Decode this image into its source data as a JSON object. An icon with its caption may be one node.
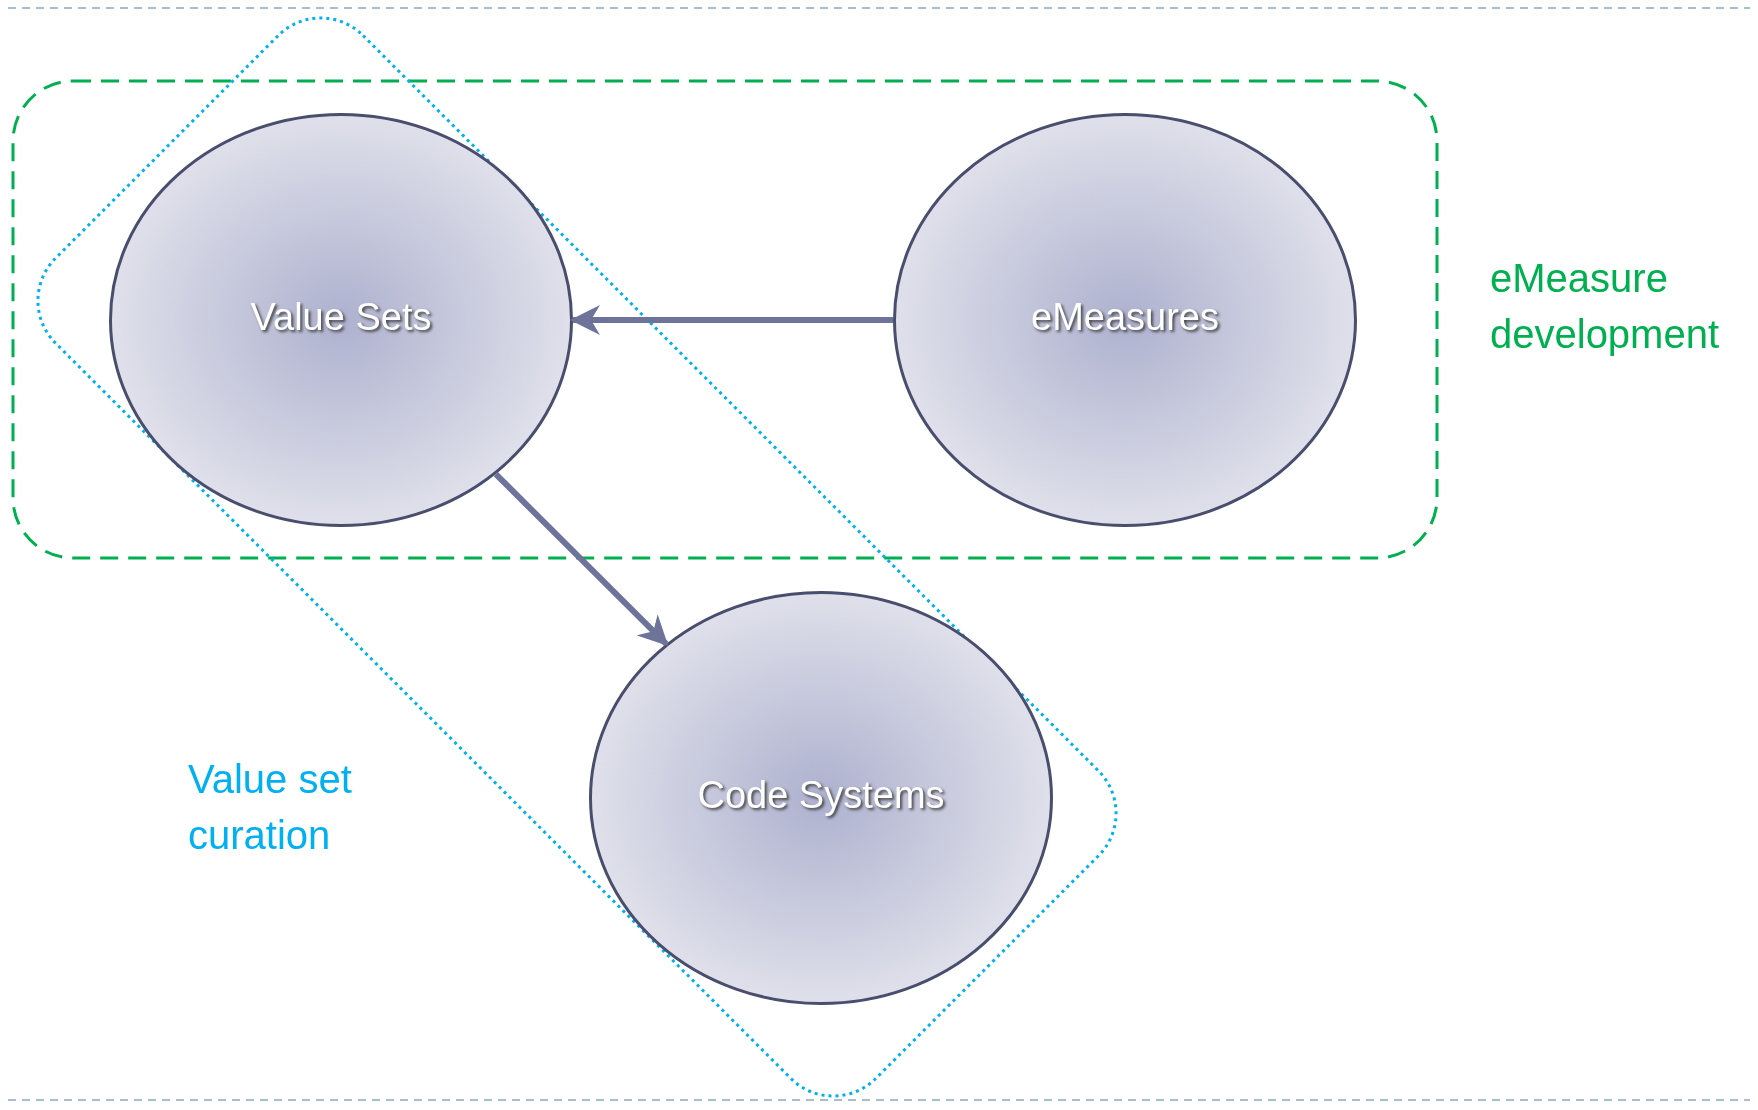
{
  "diagram": {
    "nodes": [
      {
        "text": [
          "eMeasure development"
        ]
      },
      {
        "text": [
          "Value set curation"
        ]
      },
      {
        "text": [
          "Value Sets"
        ]
      },
      {
        "text": [
          "eMeasures"
        ],
        "in": 0
      },
      {
        "text": [
          "Code Systems"
        ],
        "in": 1
      }
    ],
    "edges": [
      {
        "from": 3,
        "to": 2,
        "arrow": "to"
      },
      {
        "from": 2,
        "to": 4,
        "arrow": "to"
      }
    ]
  }
}
